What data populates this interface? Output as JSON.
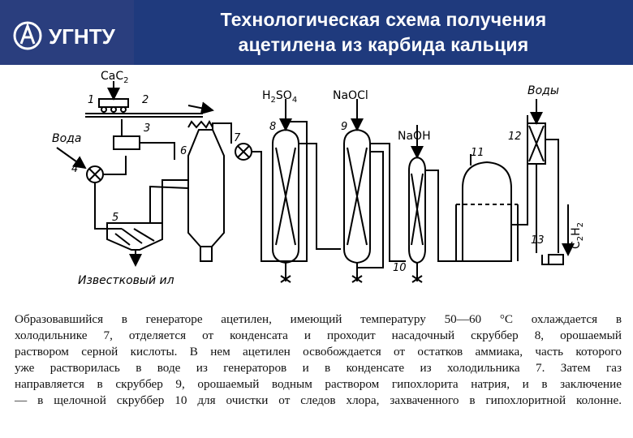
{
  "header": {
    "logo_text": "УГНТУ",
    "title_line1": "Технологическая схема получения",
    "title_line2": "ацетилена из карбида кальция"
  },
  "scheme": {
    "labels": {
      "cac2": "CaC",
      "cac2_sub": "2",
      "h2so4": "H",
      "h2so4_sub": "2",
      "h2so4_tail": "SO",
      "h2so4_sub2": "4",
      "naocl": "NaOCl",
      "naoh": "NaOH",
      "water_left": "Вода",
      "water_right": "Воды",
      "lime_sludge": "Известковый ил",
      "c2h2": "C",
      "c2h2_sub": "2",
      "c2h2_h": "H",
      "c2h2_sub2": "2"
    },
    "numbers": [
      "1",
      "2",
      "3",
      "4",
      "5",
      "6",
      "7",
      "8",
      "9",
      "10",
      "11",
      "12",
      "13"
    ]
  },
  "description": {
    "lines": [
      "Образовавшийся в генераторе ацетилен, имеющий температуру 50—60 °С охлаждается в",
      "холодильнике 7, отделяется от конденсата и проходит насадочный скруббер 8, орошаемый",
      "раствором серной кислоты. В нем ацетилен освобождается от остатков аммиака, часть которого",
      "уже растворилась в воде из генераторов и в конденсате из холодильника 7. Затем газ",
      "направляется в скруббер 9, орошаемый водным раствором гипохлорита натрия, и в заключение",
      "— в щелочной скруббер 10 для очистки от следов хлора, захваченного в гипохлоритной колонне."
    ]
  }
}
